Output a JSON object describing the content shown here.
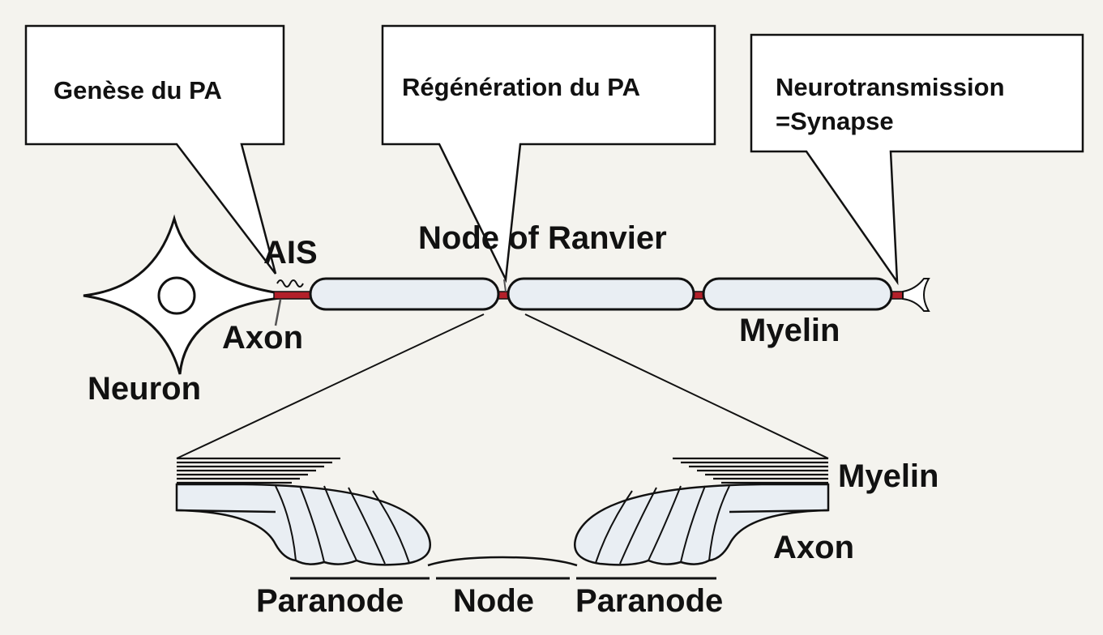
{
  "callouts": {
    "genesis": "Genèse du PA",
    "regeneration": "Régénération du PA",
    "neurotransmission_line1": "Neurotransmission",
    "neurotransmission_line2": "=Synapse"
  },
  "labels": {
    "ais": "AIS",
    "node_of_ranvier": "Node of Ranvier",
    "axon_top": "Axon",
    "neuron": "Neuron",
    "myelin_top": "Myelin",
    "myelin_bottom": "Myelin",
    "axon_bottom": "Axon",
    "paranode_left": "Paranode",
    "node": "Node",
    "paranode_right": "Paranode"
  },
  "colors": {
    "background": "#f4f3ee",
    "myelin_fill": "#e9eef3",
    "axon_red": "#b3202a",
    "stroke": "#111111"
  }
}
